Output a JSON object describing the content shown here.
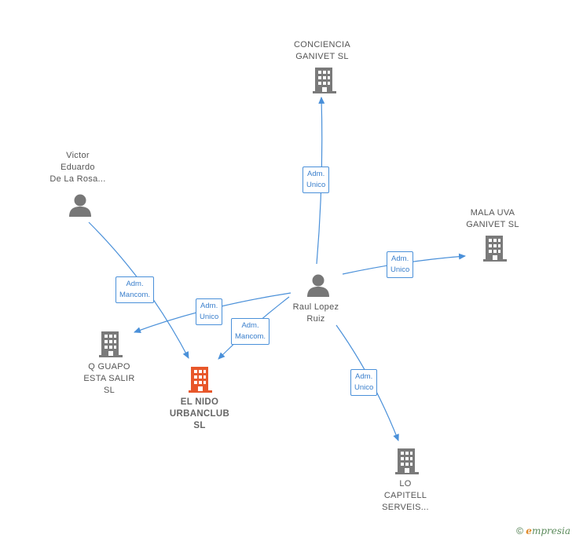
{
  "colors": {
    "edge": "#4a90d9",
    "building": "#7a7a7a",
    "building_focus": "#e8572a",
    "person": "#777777"
  },
  "nodes": {
    "conciencia": {
      "label": [
        "CONCIENCIA",
        "GANIVET SL"
      ],
      "icon": "building-icon"
    },
    "mala_uva": {
      "label": [
        "MALA UVA",
        "GANIVET SL"
      ],
      "icon": "building-icon"
    },
    "victor": {
      "label": [
        "Victor",
        "Eduardo",
        "De La Rosa..."
      ],
      "icon": "person-icon"
    },
    "raul": {
      "label": [
        "Raul Lopez",
        "Ruiz"
      ],
      "icon": "person-icon"
    },
    "q_guapo": {
      "label": [
        "Q GUAPO",
        "ESTA SALIR",
        "SL"
      ],
      "icon": "building-icon"
    },
    "el_nido": {
      "label": [
        "EL NIDO",
        "URBANCLUB",
        "SL"
      ],
      "icon": "building-icon"
    },
    "lo_capitell": {
      "label": [
        "LO",
        "CAPITELL",
        "SERVEIS..."
      ],
      "icon": "building-icon"
    }
  },
  "edges": {
    "raul_conciencia": [
      "Adm.",
      "Unico"
    ],
    "raul_mala_uva": [
      "Adm.",
      "Unico"
    ],
    "victor_el_nido": [
      "Adm.",
      "Mancom."
    ],
    "raul_q_guapo": [
      "Adm.",
      "Unico"
    ],
    "raul_el_nido": [
      "Adm.",
      "Mancom."
    ],
    "raul_lo_capitell": [
      "Adm.",
      "Unico"
    ]
  },
  "footer": {
    "copyright": "©",
    "brand_initial": "e",
    "brand_rest": "mpresia"
  }
}
